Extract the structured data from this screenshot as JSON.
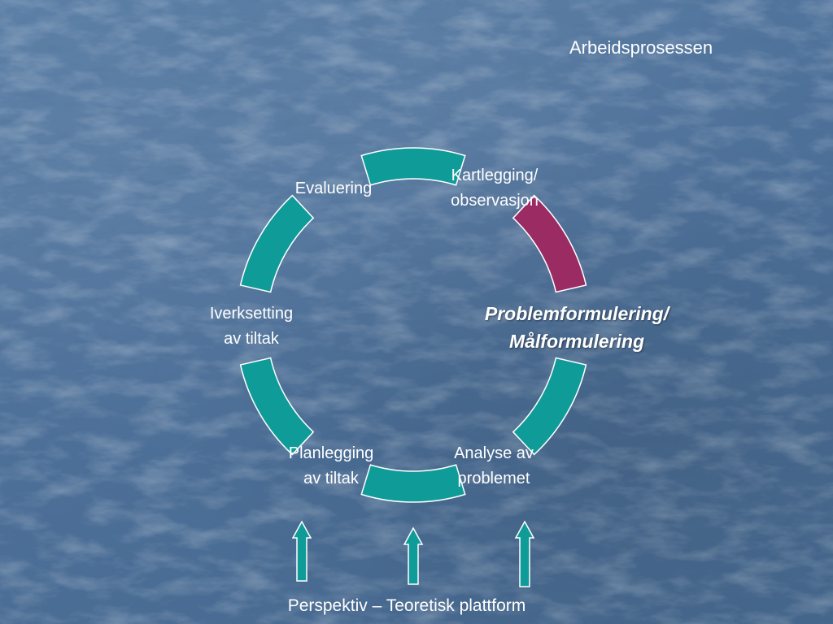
{
  "slide": {
    "title": "Arbeidsprosessen",
    "colors": {
      "background": "#4f729b",
      "segment": "#0f9c99",
      "segment_active": "#9b2c63",
      "segment_stroke": "#ffffff",
      "arrow": "#0f9c99"
    }
  },
  "cycle": {
    "steps": [
      {
        "lines": [
          "Kartlegging/",
          "observasjon"
        ]
      },
      {
        "lines": [
          "Problemformulering/",
          "Målformulering"
        ],
        "active": true
      },
      {
        "lines": [
          "Analyse av",
          "problemet"
        ]
      },
      {
        "lines": [
          "Planlegging",
          "av tiltak"
        ]
      },
      {
        "lines": [
          "Iverksetting",
          "av tiltak"
        ]
      },
      {
        "lines": [
          "Evaluering"
        ]
      }
    ]
  },
  "footer": {
    "text": "Perspektiv – Teoretisk plattform",
    "arrow_count": 3
  }
}
